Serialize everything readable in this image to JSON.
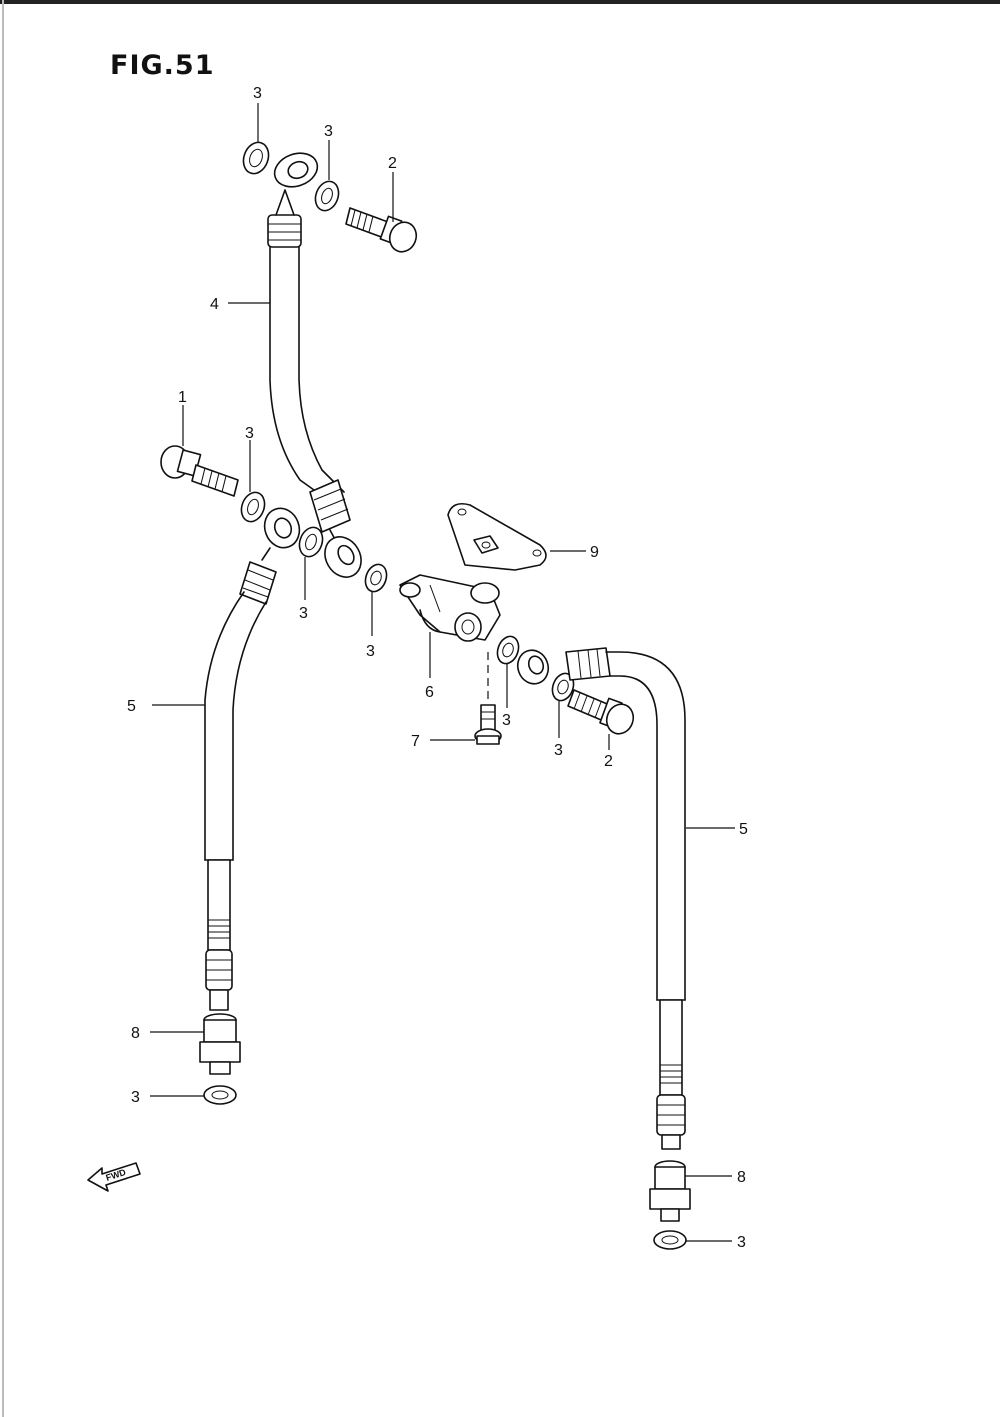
{
  "figure": {
    "title": "FIG.51"
  },
  "callouts": {
    "c1": "1",
    "c2a": "2",
    "c2b": "2",
    "c3a": "3",
    "c3b": "3",
    "c3c": "3",
    "c3d": "3",
    "c3e": "3",
    "c3f": "3",
    "c3g": "3",
    "c3h": "3",
    "c3i": "3",
    "c4": "4",
    "c5a": "5",
    "c5b": "5",
    "c6": "6",
    "c7": "7",
    "c8a": "8",
    "c8b": "8",
    "c9": "9"
  },
  "direction_marker": {
    "text": "FWD",
    "icon": "fwd-arrow-icon"
  }
}
